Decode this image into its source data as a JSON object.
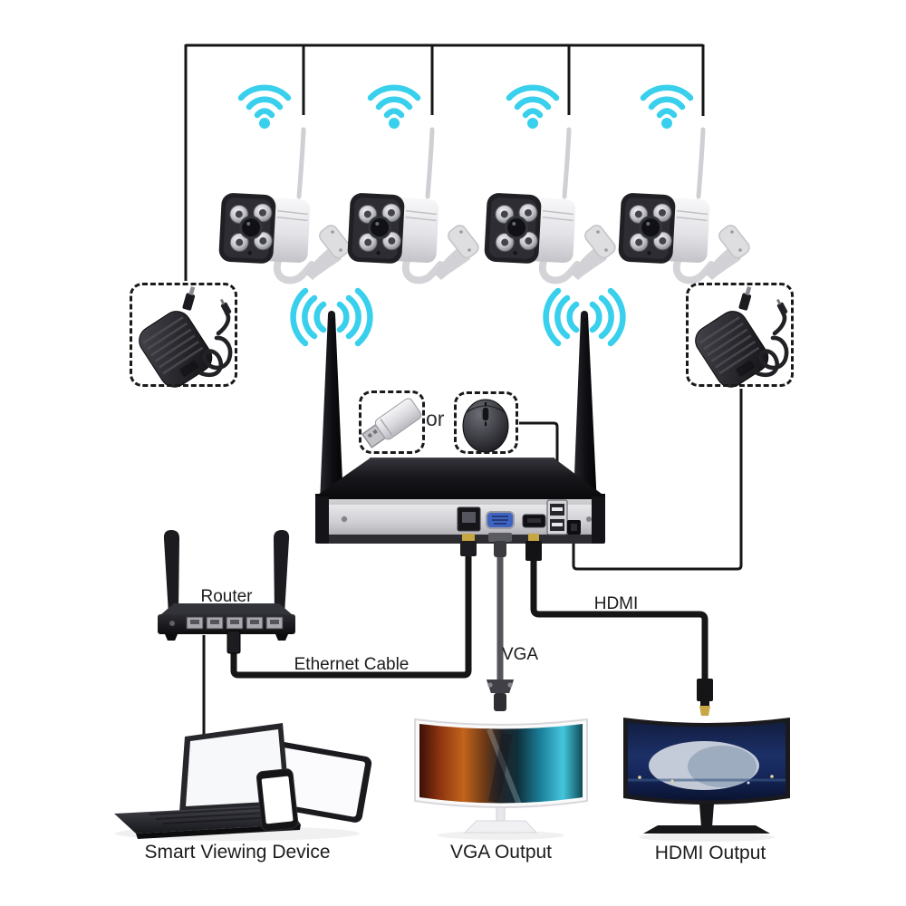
{
  "page": {
    "background": "#ffffff"
  },
  "colors": {
    "background": "#ffffff",
    "wifi": "#38d0ec",
    "line": "#161616",
    "label": "#1c1c1f",
    "cable_gray": "#55555b",
    "gold": "#c7a644",
    "vga_port_blue": "#3f63c2"
  },
  "labels": {
    "or": "or",
    "router": "Router",
    "ethernet_cable": "Ethernet Cable",
    "vga": "VGA",
    "hdmi": "HDMI",
    "smart_viewing_device": "Smart Viewing Device",
    "vga_output": "VGA Output",
    "hdmi_output": "HDMI Output"
  },
  "icons": {
    "wifi": "wifi-icon",
    "antenna_signal": "antenna-signal-icon"
  },
  "devices": {
    "cameras": [
      {
        "name": "wireless-camera-1"
      },
      {
        "name": "wireless-camera-2"
      },
      {
        "name": "wireless-camera-3"
      },
      {
        "name": "wireless-camera-4"
      }
    ],
    "power_adapters": [
      {
        "name": "power-adapter-left"
      },
      {
        "name": "power-adapter-right"
      }
    ],
    "nvr": {
      "name": "wireless-nvr",
      "ports": [
        "ethernet",
        "vga",
        "hdmi",
        "usb",
        "power"
      ]
    },
    "usb_drive": {
      "name": "usb-flash-drive"
    },
    "mouse": {
      "name": "usb-mouse"
    },
    "router": {
      "name": "wifi-router"
    },
    "smart_devices": {
      "name": "smart-viewing-devices",
      "items": [
        "laptop",
        "tablet",
        "smartphone"
      ]
    },
    "monitors": [
      {
        "name": "vga-monitor"
      },
      {
        "name": "hdmi-monitor"
      }
    ]
  }
}
